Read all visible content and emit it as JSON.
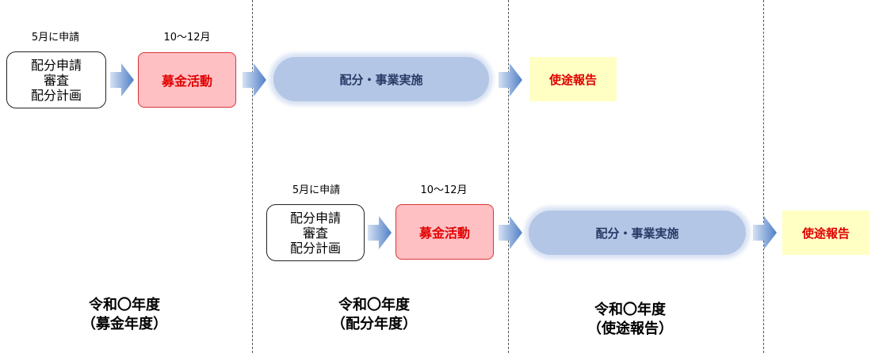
{
  "flow_top": {
    "apply_month": "5月に申請",
    "campaign_period": "10～12月",
    "review_box": [
      "配分申請",
      "審査",
      "配分計画"
    ],
    "campaign_box": "募金活動",
    "implementation_box": "配分・事業実施",
    "report_box": "使途報告"
  },
  "flow_bottom": {
    "apply_month": "5月に申請",
    "campaign_period": "10～12月",
    "review_box": [
      "配分申請",
      "審査",
      "配分計画"
    ],
    "campaign_box": "募金活動",
    "implementation_box": "配分・事業実施",
    "report_box": "使途報告"
  },
  "years": [
    {
      "line1": "令和〇年度",
      "line2": "（募金年度）"
    },
    {
      "line1": "令和〇年度",
      "line2": "（配分年度）"
    },
    {
      "line1": "令和〇年度",
      "line2": "（使途報告）"
    }
  ],
  "colors": {
    "campaign_fill": "#ffc0c4",
    "campaign_text": "#e00000",
    "implementation_fill": "#b4c6e6",
    "implementation_text": "#2a3a66",
    "report_fill": "#ffffc4",
    "arrow": "#5b86c8"
  }
}
